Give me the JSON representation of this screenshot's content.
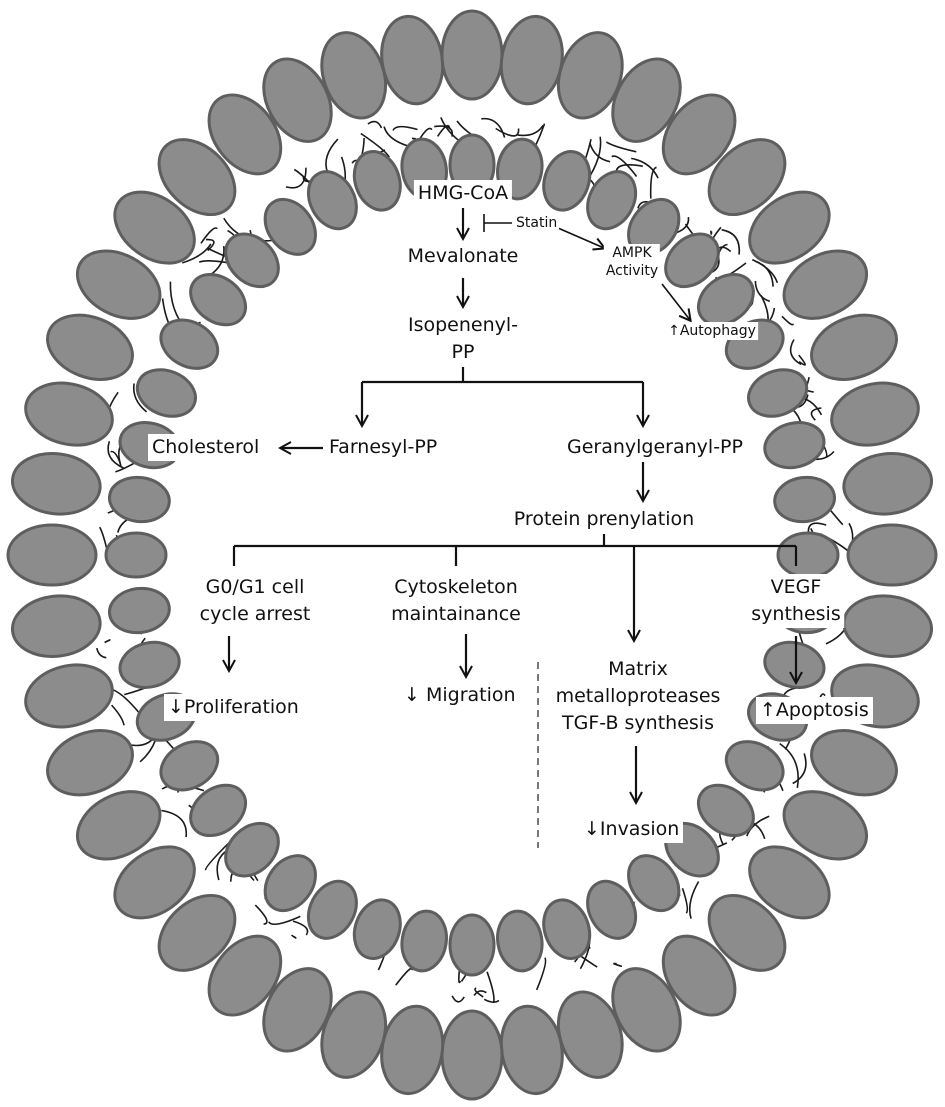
{
  "pathway": {
    "hmg_coa": "HMG-CoA",
    "statin": "Statin",
    "ampk_line1": "AMPK",
    "ampk_line2": "Activity",
    "autophagy": "↑Autophagy",
    "mevalonate": "Mevalonate",
    "isopentenyl_line1": "Isopenenyl-",
    "isopentenyl_line2": "PP",
    "cholesterol": "Cholesterol",
    "farnesyl": "Farnesyl-PP",
    "geranylgeranyl": "Geranylgeranyl-PP",
    "prenylation": "Protein prenylation"
  },
  "branches": {
    "cell_cycle_line1": "G0/G1 cell",
    "cell_cycle_line2": "cycle arrest",
    "proliferation": "↓Proliferation",
    "cytoskeleton_line1": "Cytoskeleton",
    "cytoskeleton_line2": "maintainance",
    "migration": "↓ Migration",
    "mmp_line1": "Matrix",
    "mmp_line2": "metalloproteases",
    "mmp_line3": "TGF-B synthesis",
    "invasion": "↓Invasion",
    "vegf_line1": "VEGF",
    "vegf_line2": "synthesis",
    "apoptosis": "↑Apoptosis"
  },
  "style": {
    "cell_fill": "#8c8c8c",
    "cell_stroke": "#5e5e5e",
    "fiber_color": "#1a1a1a",
    "arrow_color": "#111111"
  }
}
